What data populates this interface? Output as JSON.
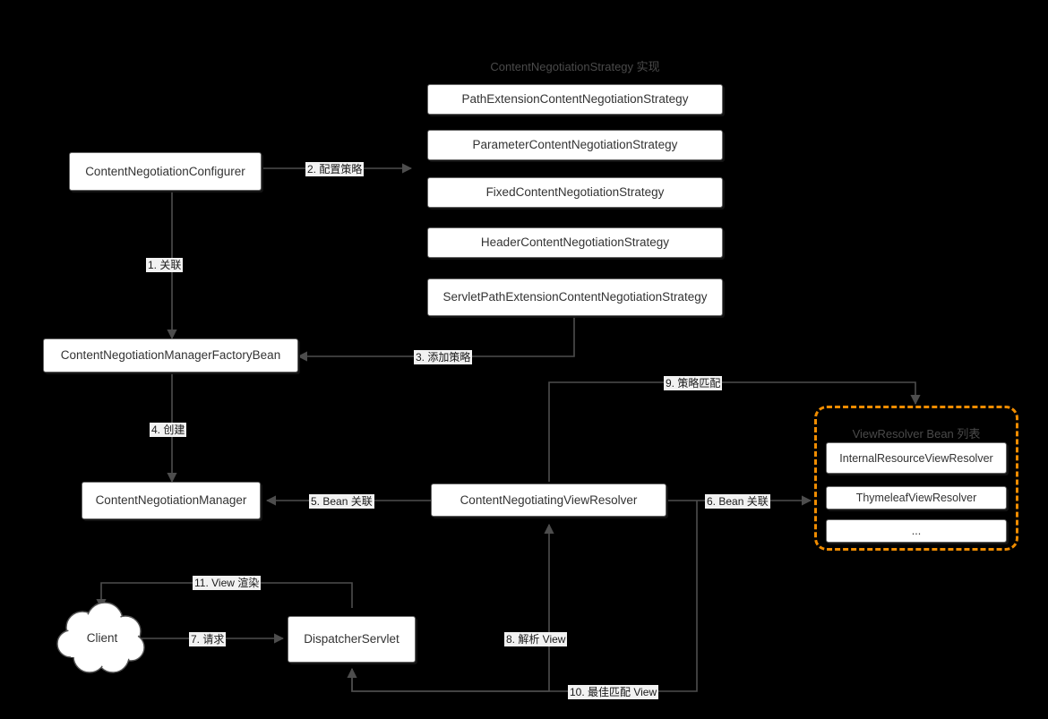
{
  "diagram": {
    "title_strategy_group": "ContentNegotiationStrategy 实现",
    "title_viewresolver_group": "ViewResolver Bean 列表",
    "nodes": {
      "configurer": "ContentNegotiationConfigurer",
      "factory_bean": "ContentNegotiationManagerFactoryBean",
      "manager": "ContentNegotiationManager",
      "negotiating_view_resolver": "ContentNegotiatingViewResolver",
      "dispatcher_servlet": "DispatcherServlet",
      "client": "Client"
    },
    "strategies": [
      "PathExtensionContentNegotiationStrategy",
      "ParameterContentNegotiationStrategy",
      "FixedContentNegotiationStrategy",
      "HeaderContentNegotiationStrategy",
      "ServletPathExtensionContentNegotiationStrategy"
    ],
    "view_resolvers": [
      "InternalResourceViewResolver",
      "ThymeleafViewResolver",
      "..."
    ],
    "edges": [
      {
        "id": "e1",
        "label": "1. 关联"
      },
      {
        "id": "e2",
        "label": "2. 配置策略"
      },
      {
        "id": "e3",
        "label": "3. 添加策略"
      },
      {
        "id": "e4",
        "label": "4. 创建"
      },
      {
        "id": "e5",
        "label": "5. Bean 关联"
      },
      {
        "id": "e6",
        "label": "6. Bean 关联"
      },
      {
        "id": "e7",
        "label": "7. 请求"
      },
      {
        "id": "e8",
        "label": "8. 解析 View"
      },
      {
        "id": "e9",
        "label": "9. 策略匹配"
      },
      {
        "id": "e10",
        "label": "10. 最佳匹配 View"
      },
      {
        "id": "e11",
        "label": "11. View 渲染"
      }
    ],
    "colors": {
      "background": "#000000",
      "node_fill": "#ffffff",
      "node_border": "#666666",
      "wire": "#4d4d4d",
      "group_accent": "#f08c00",
      "group_title": "#4a4a4a",
      "label_bg": "#f2f2f2"
    }
  }
}
